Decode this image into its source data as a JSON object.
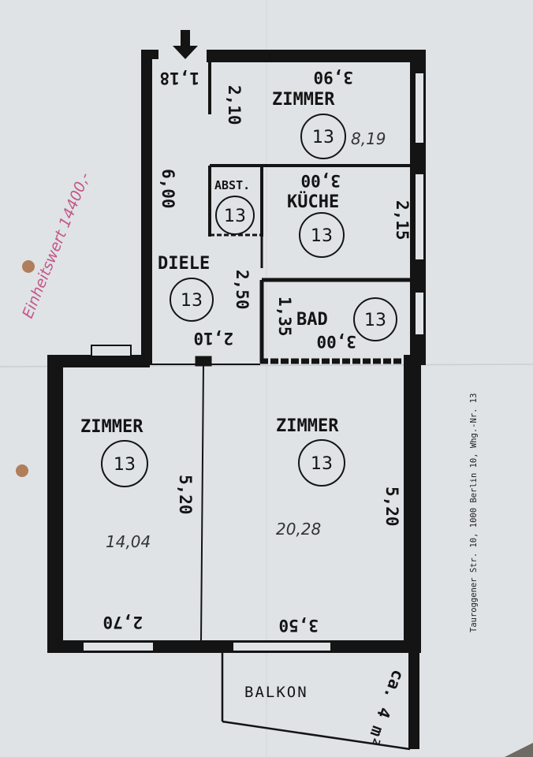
{
  "side_note": "Einheitswert 14400,-",
  "address_line": "Tauroggener Str. 10, 1000 Berlin 10, Whg.-Nr. 13",
  "rooms": {
    "zimmer_top": {
      "label": "ZIMMER",
      "number": "13",
      "area": "8,19",
      "width": "3,90",
      "depth": "2,10"
    },
    "abstellraum": {
      "label": "ABST.",
      "number": "13"
    },
    "kueche": {
      "label": "KÜCHE",
      "number": "13",
      "width": "3,00",
      "depth": "2,15"
    },
    "diele": {
      "label": "DIELE",
      "number": "13",
      "length": "6,00",
      "dim_a": "2,50",
      "dim_b": "2,10",
      "dim_c": "1,18"
    },
    "bad": {
      "label": "BAD",
      "number": "13",
      "width": "3,00",
      "depth": "1,35"
    },
    "zimmer_left": {
      "label": "ZIMMER",
      "number": "13",
      "area": "14,04",
      "width": "2,70",
      "depth": "5,20"
    },
    "zimmer_right": {
      "label": "ZIMMER",
      "number": "13",
      "area": "20,28",
      "width": "3,50",
      "depth": "5,20"
    },
    "balkon": {
      "label": "BALKON",
      "area": "ca. 4 m²"
    }
  },
  "colors": {
    "paper": "#dfe3e6",
    "ink": "#141414",
    "pencil": "#3a3a3a",
    "pink_ink": "#c4578a"
  }
}
